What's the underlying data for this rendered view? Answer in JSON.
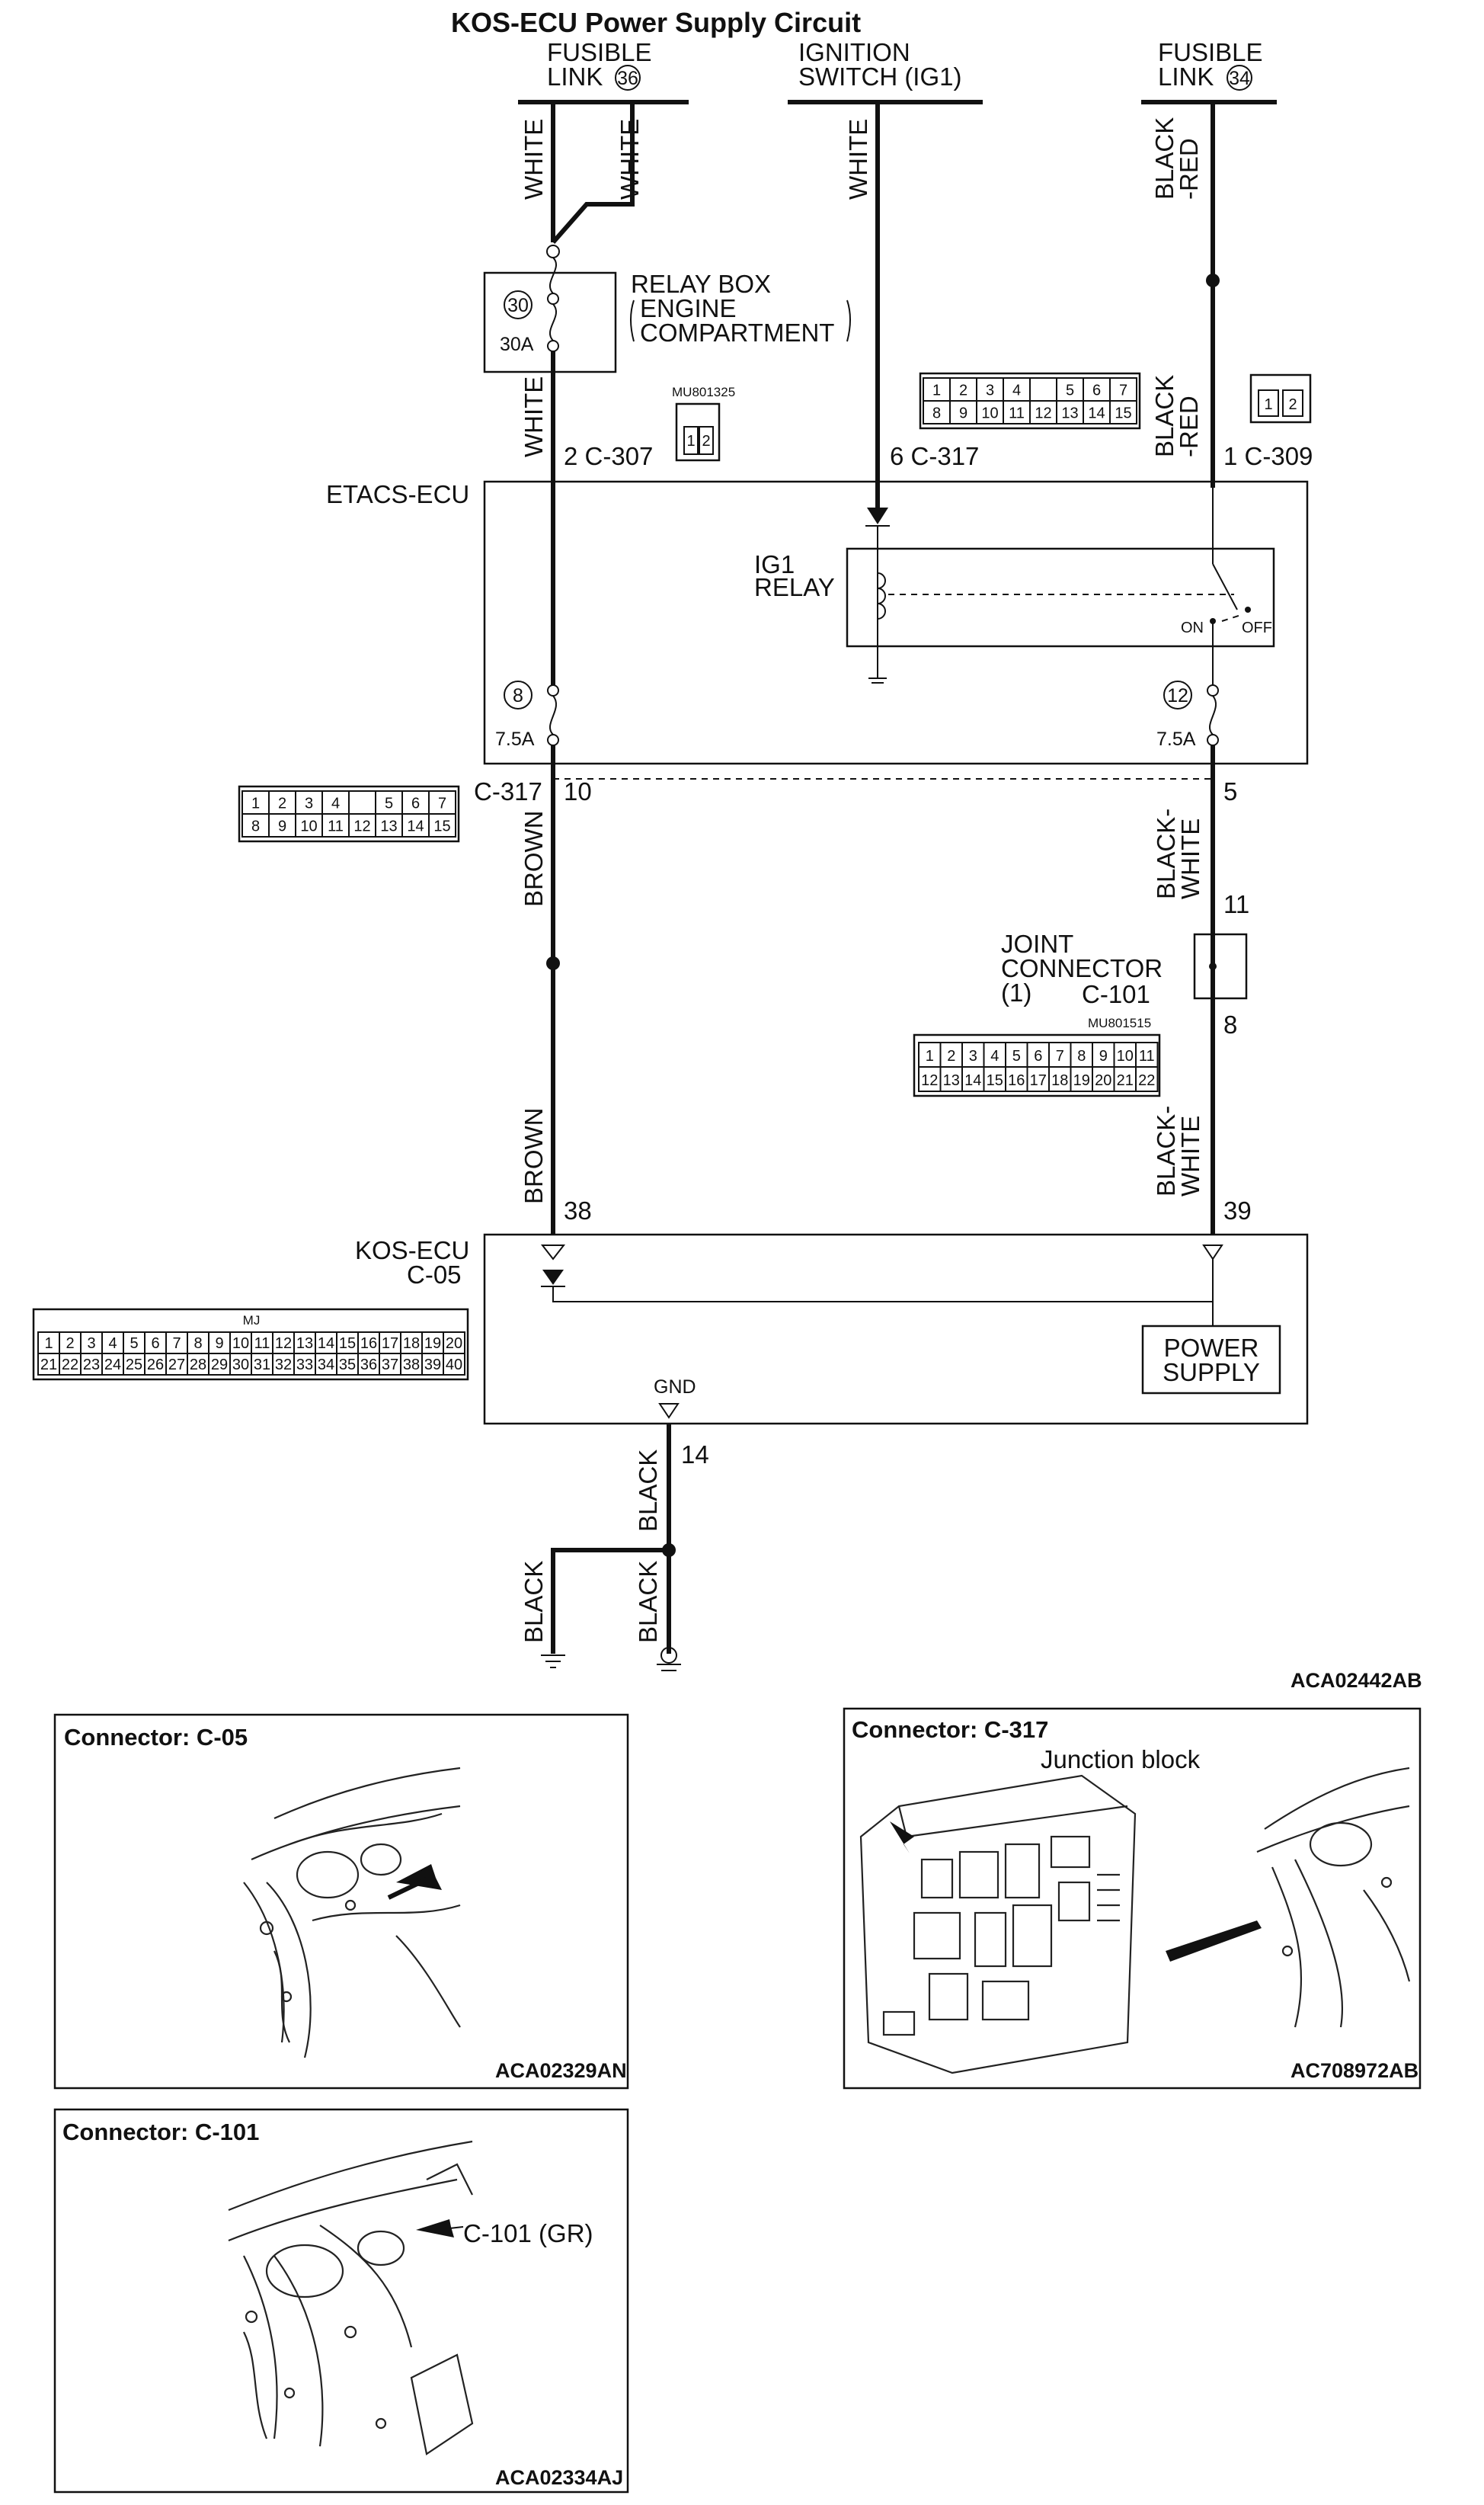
{
  "title": "KOS-ECU  Power Supply Circuit",
  "sources": {
    "fusible_link_36": {
      "line1": "FUSIBLE",
      "line2": "LINK",
      "num": "36"
    },
    "ignition_switch": {
      "line1": "IGNITION",
      "line2": "SWITCH (IG1)"
    },
    "fusible_link_34": {
      "line1": "FUSIBLE",
      "line2": "LINK",
      "num": "34"
    }
  },
  "relay_box": {
    "line1": "RELAY BOX",
    "line2": "ENGINE",
    "line3": "COMPARTMENT",
    "fuse_num": "30",
    "fuse_rating": "30A"
  },
  "etacs": {
    "label": "ETACS-ECU",
    "relay_line1": "IG1",
    "relay_line2": "RELAY",
    "on": "ON",
    "off": "OFF",
    "fuse_left_num": "8",
    "fuse_left_rating": "7.5A",
    "fuse_right_num": "12",
    "fuse_right_rating": "7.5A"
  },
  "joint": {
    "line1": "JOINT",
    "line2": "CONNECTOR",
    "line3": "(1)",
    "code": "C-101",
    "part": "MU801515"
  },
  "kos": {
    "line1": "KOS-ECU",
    "line2": "C-05",
    "psu1": "POWER",
    "psu2": "SUPPLY",
    "gnd": "GND"
  },
  "part_mu801325": "MU801325",
  "connector_c05_mark": "MJ",
  "wires": {
    "white": "WHITE",
    "black_red_1": "BLACK",
    "black_red_2": "-RED",
    "brown": "BROWN",
    "black_white_1": "BLACK-",
    "black_white_2": "WHITE",
    "black": "BLACK"
  },
  "pins": {
    "c307": "2  C-307",
    "c317_top": "6  C-317",
    "c309": "1  C-309",
    "c317_left": "C-317",
    "p10": "10",
    "p5": "5",
    "p11": "11",
    "p8": "8",
    "p38": "38",
    "p39": "39",
    "p14": "14"
  },
  "grid_c317": {
    "row1": [
      "1",
      "2",
      "3",
      "4",
      "",
      "5",
      "6",
      "7"
    ],
    "row2": [
      "8",
      "9",
      "10",
      "11",
      "12",
      "13",
      "14",
      "15"
    ]
  },
  "grid_c101": {
    "row1": [
      "1",
      "2",
      "3",
      "4",
      "5",
      "6",
      "7",
      "8",
      "9",
      "10",
      "11"
    ],
    "row2": [
      "12",
      "13",
      "14",
      "15",
      "16",
      "17",
      "18",
      "19",
      "20",
      "21",
      "22"
    ]
  },
  "grid_c05": {
    "row1": [
      "1",
      "2",
      "3",
      "4",
      "5",
      "6",
      "7",
      "8",
      "9",
      "10",
      "11",
      "12",
      "13",
      "14",
      "15",
      "16",
      "17",
      "18",
      "19",
      "20"
    ],
    "row2": [
      "21",
      "22",
      "23",
      "24",
      "25",
      "26",
      "27",
      "28",
      "29",
      "30",
      "31",
      "32",
      "33",
      "34",
      "35",
      "36",
      "37",
      "38",
      "39",
      "40"
    ]
  },
  "grid_c309": [
    "1",
    "2"
  ],
  "grid_mu801325": [
    "1",
    "2"
  ],
  "figure_code_main": "ACA02442AB",
  "panels": {
    "c05": {
      "title": "Connector: C-05",
      "code": "ACA02329AN"
    },
    "c317": {
      "title": "Connector: C-317",
      "subtitle": "Junction block",
      "code": "AC708972AB"
    },
    "c101": {
      "title": "Connector: C-101",
      "callout": "C-101 (GR)",
      "code": "ACA02334AJ"
    }
  }
}
